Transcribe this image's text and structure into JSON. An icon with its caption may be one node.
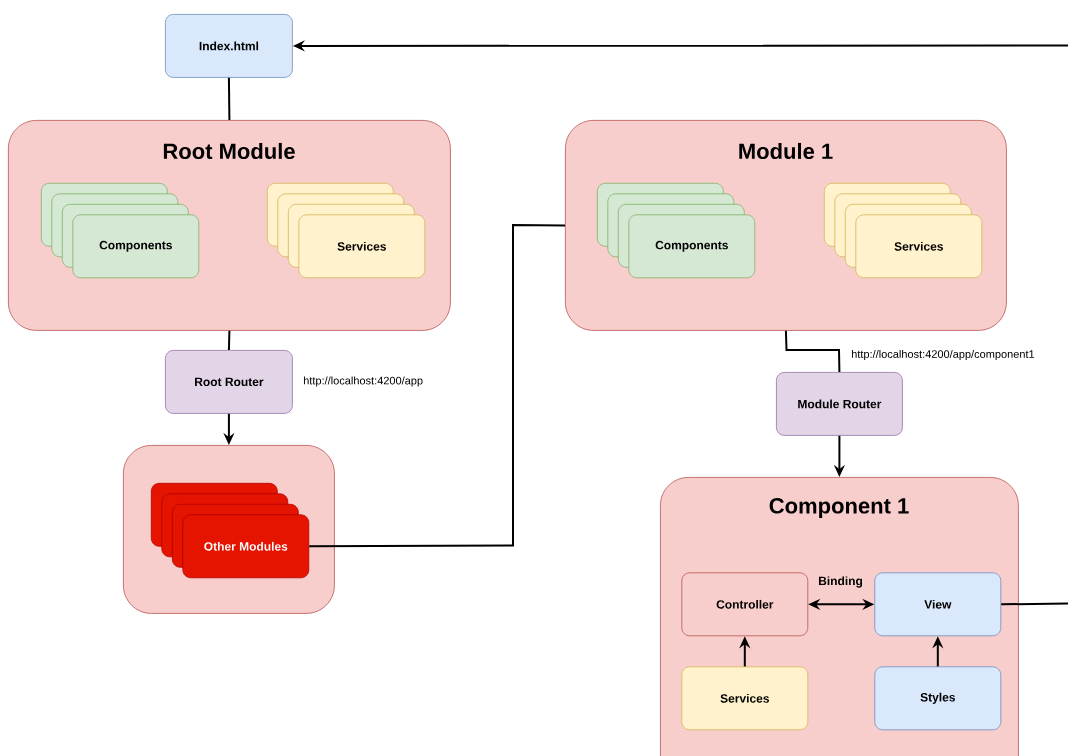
{
  "diagram": {
    "nodes": [
      {
        "text": [
          "Index.html"
        ]
      },
      {
        "text": [
          "Root Module"
        ]
      },
      {
        "text": [
          "Components"
        ],
        "in": 1
      },
      {
        "text": [
          "Services"
        ],
        "in": 1
      },
      {
        "text": [
          "Root Router"
        ],
        "beside": [
          "http://localhost:4200/app"
        ]
      },
      {
        "text": [],
        "shape": "box"
      },
      {
        "text": [
          "Other Modules"
        ],
        "in": 5
      },
      {
        "text": [
          "Module 1"
        ]
      },
      {
        "text": [
          "Components"
        ],
        "in": 7
      },
      {
        "text": [
          "Services"
        ],
        "in": 7
      },
      {
        "text": [
          "Module Router"
        ],
        "beside": [
          "http://localhost:4200/app/component1"
        ]
      },
      {
        "text": [
          "Component 1"
        ]
      },
      {
        "text": [
          "Controller"
        ],
        "in": 11
      },
      {
        "text": [
          "View"
        ],
        "in": 11
      },
      {
        "text": [
          "Services"
        ],
        "in": 11
      },
      {
        "text": [
          "Styles"
        ],
        "in": 11
      }
    ],
    "edges": [
      {
        "from": 0,
        "to": 1,
        "arrow": "none"
      },
      {
        "from": 1,
        "to": 4,
        "arrow": "none"
      },
      {
        "from": 4,
        "to": 5,
        "arrow": "to"
      },
      {
        "from": 6,
        "to": 7,
        "arrow": "none"
      },
      {
        "from": 7,
        "to": 10,
        "arrow": "none"
      },
      {
        "from": 10,
        "to": 11,
        "arrow": "to"
      },
      {
        "from": 12,
        "to": 13,
        "label": "Binding",
        "arrow": "both"
      },
      {
        "from": 14,
        "to": 12,
        "arrow": "to"
      },
      {
        "from": 15,
        "to": 13,
        "arrow": "to"
      },
      {
        "from": null,
        "to": 0,
        "arrow": "to"
      },
      {
        "from": 13,
        "to": null,
        "arrow": "none"
      }
    ]
  }
}
